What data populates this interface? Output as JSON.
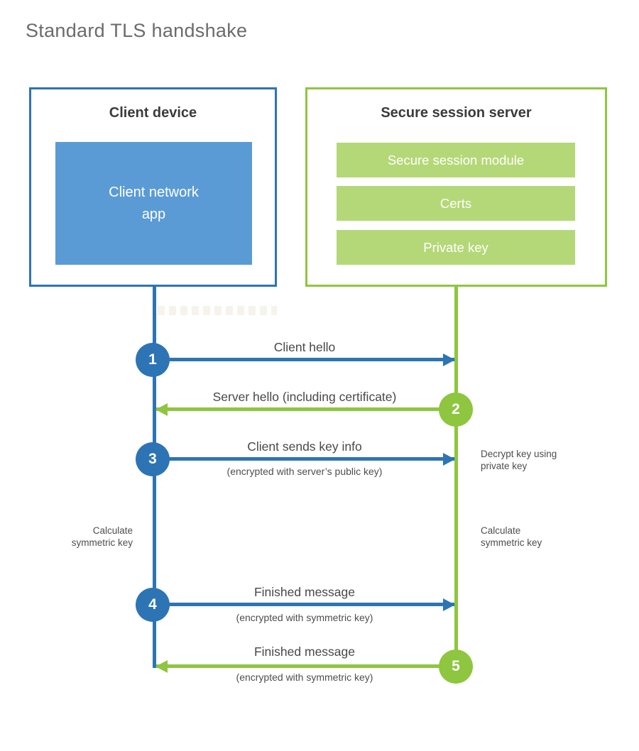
{
  "title": "Standard TLS handshake",
  "colors": {
    "client_blue": "#2d74b5",
    "client_fill_blue": "#5b9bd5",
    "server_green": "#8ec63f",
    "server_fill_green": "#b4d877",
    "heading_text": "#3b3b3b",
    "label_text": "#484848",
    "title_text": "#6b6b6b"
  },
  "client": {
    "title": "Client device",
    "app_label": "Client network\napp"
  },
  "server": {
    "title": "Secure session server",
    "modules": [
      "Secure session module",
      "Certs",
      "Private key"
    ]
  },
  "steps": [
    {
      "num": "1",
      "label": "Client hello",
      "sub": "",
      "direction": "client-to-server"
    },
    {
      "num": "2",
      "label": "Server hello (including certificate)",
      "sub": "",
      "direction": "server-to-client"
    },
    {
      "num": "3",
      "label": "Client sends key info",
      "sub": "(encrypted with server’s public key)",
      "direction": "client-to-server"
    },
    {
      "num": "4",
      "label": "Finished message",
      "sub": "(encrypted with symmetric key)",
      "direction": "client-to-server"
    },
    {
      "num": "5",
      "label": "Finished message",
      "sub": "(encrypted with symmetric key)",
      "direction": "server-to-client"
    }
  ],
  "notes": {
    "decrypt_right": "Decrypt key using\nprivate key",
    "calculate_left": "Calculate\nsymmetric key",
    "calculate_right": "Calculate\nsymmetric key"
  }
}
